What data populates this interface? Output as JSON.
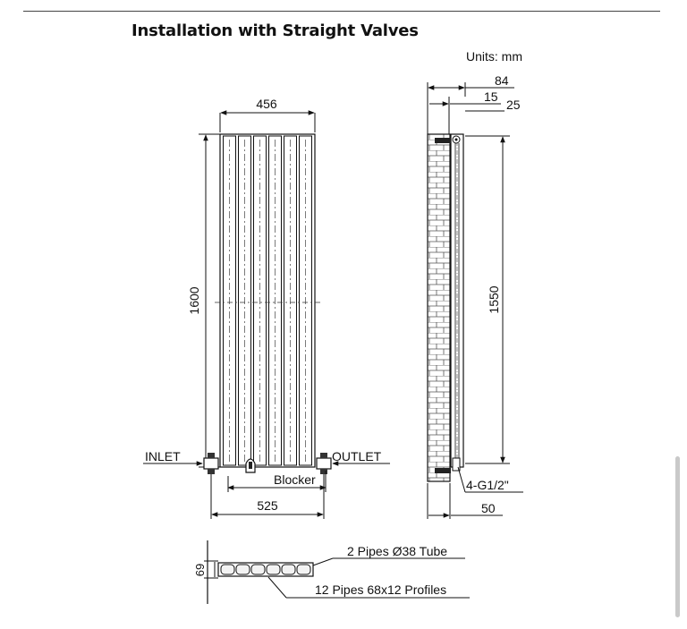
{
  "title": "Installation with Straight Valves",
  "units_label": "Units: mm",
  "front_view": {
    "width_label": "456",
    "height_label": "1600",
    "valve_span_label": "525",
    "inlet_label": "INLET",
    "outlet_label": "OUTLET",
    "blocker_label": "Blocker",
    "tube_count": 6
  },
  "side_view": {
    "depth_label": "84",
    "offset_label": "15",
    "gap_label": "25",
    "centres_label": "1550",
    "connection_label": "4-G1/2\"",
    "bracket_label": "50"
  },
  "section_view": {
    "depth_label": "69",
    "tube_label": "2 Pipes Ø38 Tube",
    "profile_label": "12 Pipes 68x12 Profiles"
  }
}
